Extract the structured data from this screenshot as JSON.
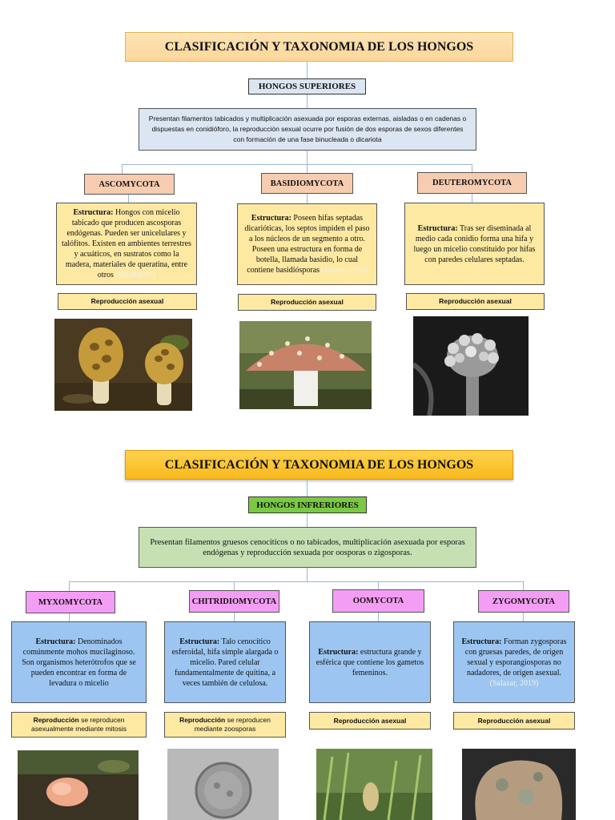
{
  "top": {
    "title": "CLASIFICACIÓN Y TAXONOMIA DE LOS HONGOS",
    "group_label": "HONGOS SUPERIORES",
    "description": "Presentan filamentos tabicados y multiplicación asexuada por esporas externas, aisladas o en cadenas o dispuestas en conidióforo, la reproducción sexual ocurre por fusión de dos esporas de sexos diferentes con formación de una fase binucleada o dicariota",
    "phyla": [
      {
        "name": "ASCOMYCOTA",
        "structure_label": "Estructura:",
        "structure_text": " Hongos con micelio tabicado que producen ascosporas endógenas. Pueden ser unicelulares y talófitos. Existen en ambientes terrestres y acuáticos, en sustratos como la madera, materiales de queratina, entre otros ",
        "citation": "(MURRAY)",
        "reproduction": "Reproducción asexual",
        "image": "morel-mushroom-photo"
      },
      {
        "name": "BASIDIOMYCOTA",
        "structure_label": "Estructura:",
        "structure_text": " Poseen hifas septadas dicarióticas, los septos impiden el paso a los núcleos de un segmento a otro. Poseen una estructura en forma de botella, llamada basidio, lo cual contiene basidiósporas ",
        "citation": "(Juarez, 2016)",
        "reproduction": "Reproducción asexual",
        "image": "amanita-mushroom-photo"
      },
      {
        "name": "DEUTEROMYCOTA",
        "structure_label": "Estructura:",
        "structure_text": " Tras ser diseminada al medio cada conidio forma una hifa y luego un micelio constituido por hifas con paredes celulares septadas.",
        "citation": "",
        "reproduction": "Reproducción asexual",
        "image": "conidiophore-micrograph"
      }
    ]
  },
  "bottom": {
    "title": "CLASIFICACIÓN Y TAXONOMIA DE LOS HONGOS",
    "group_label": "HONGOS INFRERIORES",
    "description": "Presentan filamentos gruesos cenocíticos o no tabicados, multiplicación asexuada por esporas endógenas y reproducción sexuada por oosporas o zigosporas.",
    "phyla": [
      {
        "name": "MYXOMYCOTA",
        "structure_label": "Estructura:",
        "structure_text": " Denominados comúnmente mohos mucilaginoso. Son organismos heterótrofos que se pueden encontrar en forma de levadura o micelio",
        "citation": "",
        "reproduction_bold": "Reproducción",
        "reproduction_rest": " se reproducen asexualmente mediante mitosis",
        "image": "slime-mold-photo"
      },
      {
        "name": "CHITRIDIOMYCOTA",
        "structure_label": "Estructura:",
        "structure_text": " Talo cenocítico esferoidal, hifa simple alargada o micelio. Pared celular fundamentalmente de quitina, a veces también de celulosa.",
        "citation": "",
        "reproduction_bold": "Reproducción",
        "reproduction_rest": " se reproducen mediante zoosporas",
        "image": "chytrid-micrograph"
      },
      {
        "name": "OOMYCOTA",
        "structure_label": "Estructura:",
        "structure_text": " estructura grande y esférica que contiene los gametos femeninos.",
        "citation": "",
        "reproduction_bold": "Reproducción asexual",
        "reproduction_rest": "",
        "image": "water-mold-photo"
      },
      {
        "name": "ZYGOMYCOTA",
        "structure_label": "Estructura:",
        "structure_text": " Forman zygosporas con gruesas paredes, de origen sexual y esporangiosporas no nadadores, de origen asexual. ",
        "citation": "(Salazar, 2019)",
        "reproduction_bold": "Reproducción asexual",
        "reproduction_rest": "",
        "image": "bread-mold-photo"
      }
    ]
  },
  "colors": {
    "title_top": "#fcd79b",
    "title_bottom": "#f8b81c",
    "superiores_bg": "#dce6f2",
    "inferiores_label_bg": "#7ac943",
    "inferiores_desc_bg": "#c6e0b4",
    "phylum_top_bg": "#f7ccb0",
    "phylum_bottom_bg": "#f49df5",
    "structure_top_bg": "#fde9a2",
    "structure_bottom_bg": "#9cc6f1",
    "connector": "#9cb7d6"
  }
}
